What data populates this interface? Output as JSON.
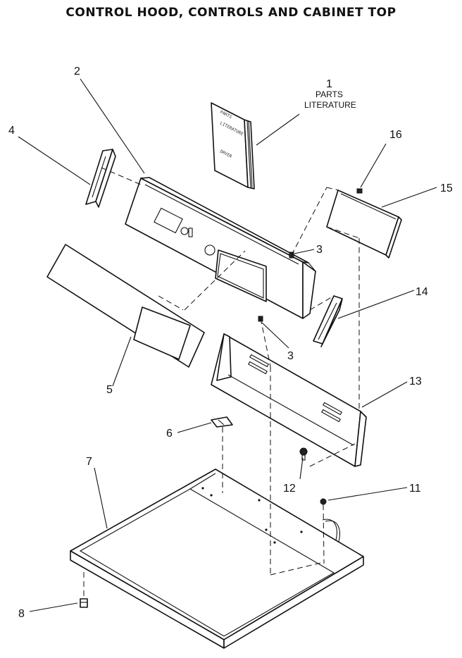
{
  "title": "CONTROL HOOD, CONTROLS AND CABINET TOP",
  "callouts": [
    {
      "id": "1",
      "text": "1"
    },
    {
      "id": "1-label-a",
      "text": "PARTS"
    },
    {
      "id": "1-label-b",
      "text": "LITERATURE"
    },
    {
      "id": "2",
      "text": "2"
    },
    {
      "id": "3a",
      "text": "3"
    },
    {
      "id": "3b",
      "text": "3"
    },
    {
      "id": "4",
      "text": "4"
    },
    {
      "id": "5",
      "text": "5"
    },
    {
      "id": "6",
      "text": "6"
    },
    {
      "id": "7",
      "text": "7"
    },
    {
      "id": "8",
      "text": "8"
    },
    {
      "id": "11",
      "text": "11"
    },
    {
      "id": "12",
      "text": "12"
    },
    {
      "id": "13",
      "text": "13"
    },
    {
      "id": "14",
      "text": "14"
    },
    {
      "id": "15",
      "text": "15"
    },
    {
      "id": "16",
      "text": "16"
    }
  ],
  "book_text": [
    "PARTS",
    "LITERATURE",
    "DRYER"
  ]
}
